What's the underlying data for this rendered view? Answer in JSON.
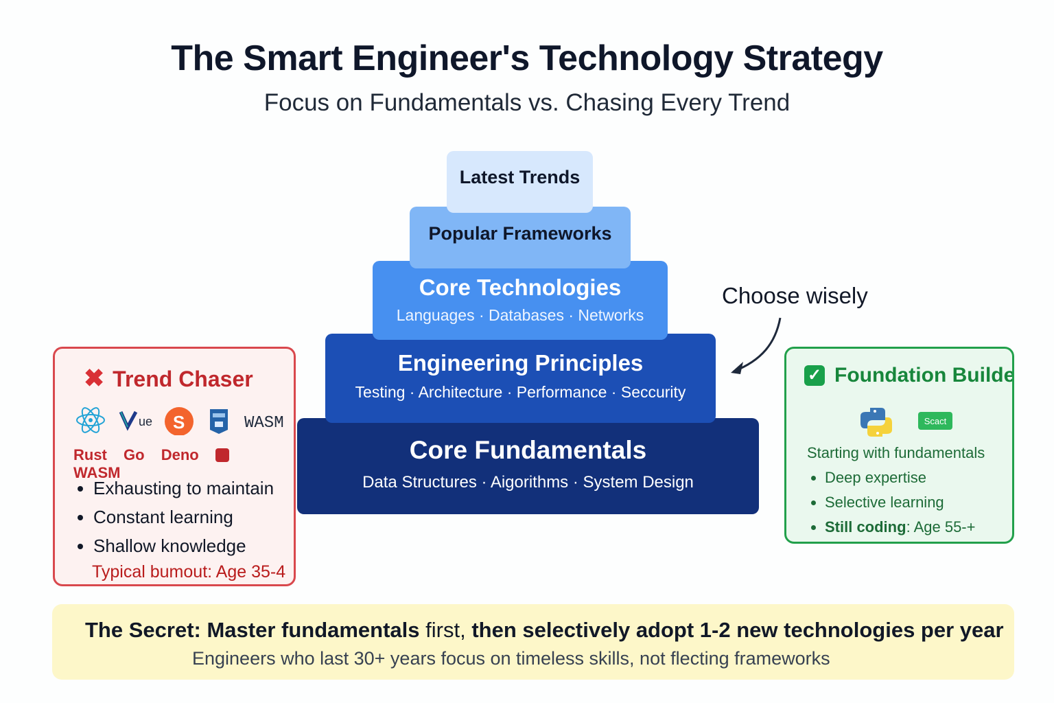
{
  "title": "The Smart Engineer's Technology Strategy",
  "subtitle": "Focus on Fundamentals vs. Chasing Every Trend",
  "pyramid": {
    "tiers": [
      {
        "name": "Latest Trends",
        "sub": "",
        "color": "#d7e8fd"
      },
      {
        "name": "Popular Frameworks",
        "sub": "",
        "color": "#80b6f6"
      },
      {
        "name": "Core Technologies",
        "sub": "Languages · Databases · Networks",
        "color": "#4790f0"
      },
      {
        "name": "Engineering Principles",
        "sub": "Testing · Architecture · Performance · Seccurity",
        "color": "#1c4fb5"
      },
      {
        "name": "Core Fundamentals",
        "sub": "Data Structures · Aigorithms · System Design",
        "color": "#12307a"
      }
    ]
  },
  "annotation": {
    "label": "Choose wisely",
    "icon": "curved-arrow-icon"
  },
  "trend_chaser": {
    "title": "Trend Chaser",
    "icon": "x-mark-icon",
    "accent": "#d9484d",
    "logos": [
      {
        "icon": "react-atom-icon",
        "text": ""
      },
      {
        "icon": "vue-logo-icon",
        "text": "ue"
      },
      {
        "icon": "svelte-logo-icon",
        "text": "S"
      },
      {
        "icon": "badge-logo-icon",
        "text": ""
      },
      {
        "icon": "wasm-text-icon",
        "text": "WASM"
      }
    ],
    "names": [
      "Rust",
      "Go",
      "Deno",
      "WASM"
    ],
    "points": [
      "Exhausting to maintain",
      "Constant learning",
      "Shallow knowledge"
    ],
    "footer": "Typical bumout: Age 35-4"
  },
  "foundation_builder": {
    "title": "Foundation Builder",
    "icon": "checkbox-icon",
    "accent": "#22a04b",
    "logos": [
      {
        "icon": "python-logo-icon",
        "text": ""
      },
      {
        "icon": "scact-badge-icon",
        "text": "Scact"
      }
    ],
    "intro": "Starting with fundamentals",
    "points": [
      "Deep expertise",
      "Selective learning"
    ],
    "last_point_bold": "Still coding",
    "last_point_rest": ": Age 55-+"
  },
  "secret": {
    "bold_a": "The Secret: Master fundamentals",
    "normal": " first, ",
    "bold_b": "then selectively adopt 1-2 new technologies per year",
    "sub": "Engineers who last 30+ years focus on timeless skills, not flecting frameworks"
  }
}
